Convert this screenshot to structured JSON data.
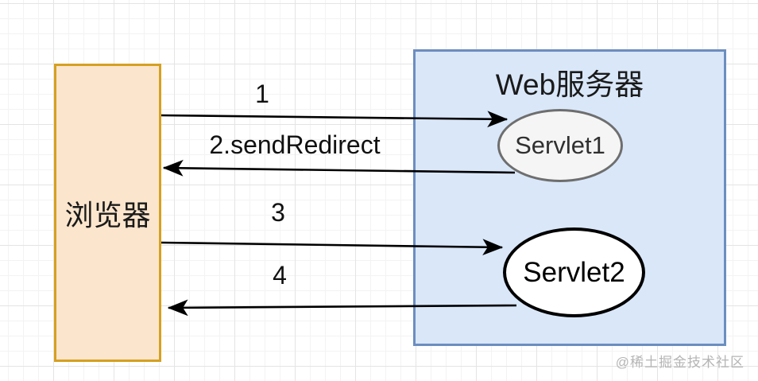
{
  "diagram": {
    "type": "sequence-flow-diagram",
    "topic": "Servlet sendRedirect flow",
    "browser": {
      "label": "浏览器",
      "fill": "#fce5cd",
      "stroke": "#d5a021"
    },
    "server": {
      "title": "Web服务器",
      "fill": "#d9e7f9",
      "stroke": "#6c8ebf",
      "servlet1": {
        "label": "Servlet1",
        "fill": "#f5f5f5",
        "stroke": "#6e6e6e"
      },
      "servlet2": {
        "label": "Servlet2",
        "fill": "#ffffff",
        "stroke": "#000000"
      }
    },
    "arrows": [
      {
        "label": "1",
        "from": "浏览器",
        "to": "Servlet1",
        "direction": "right"
      },
      {
        "label": "2.sendRedirect",
        "from": "Servlet1",
        "to": "浏览器",
        "direction": "left"
      },
      {
        "label": "3",
        "from": "浏览器",
        "to": "Servlet2",
        "direction": "right"
      },
      {
        "label": "4",
        "from": "Servlet2",
        "to": "浏览器",
        "direction": "left"
      }
    ],
    "arrow_color": "#000000",
    "watermark": "@稀土掘金技术社区"
  }
}
